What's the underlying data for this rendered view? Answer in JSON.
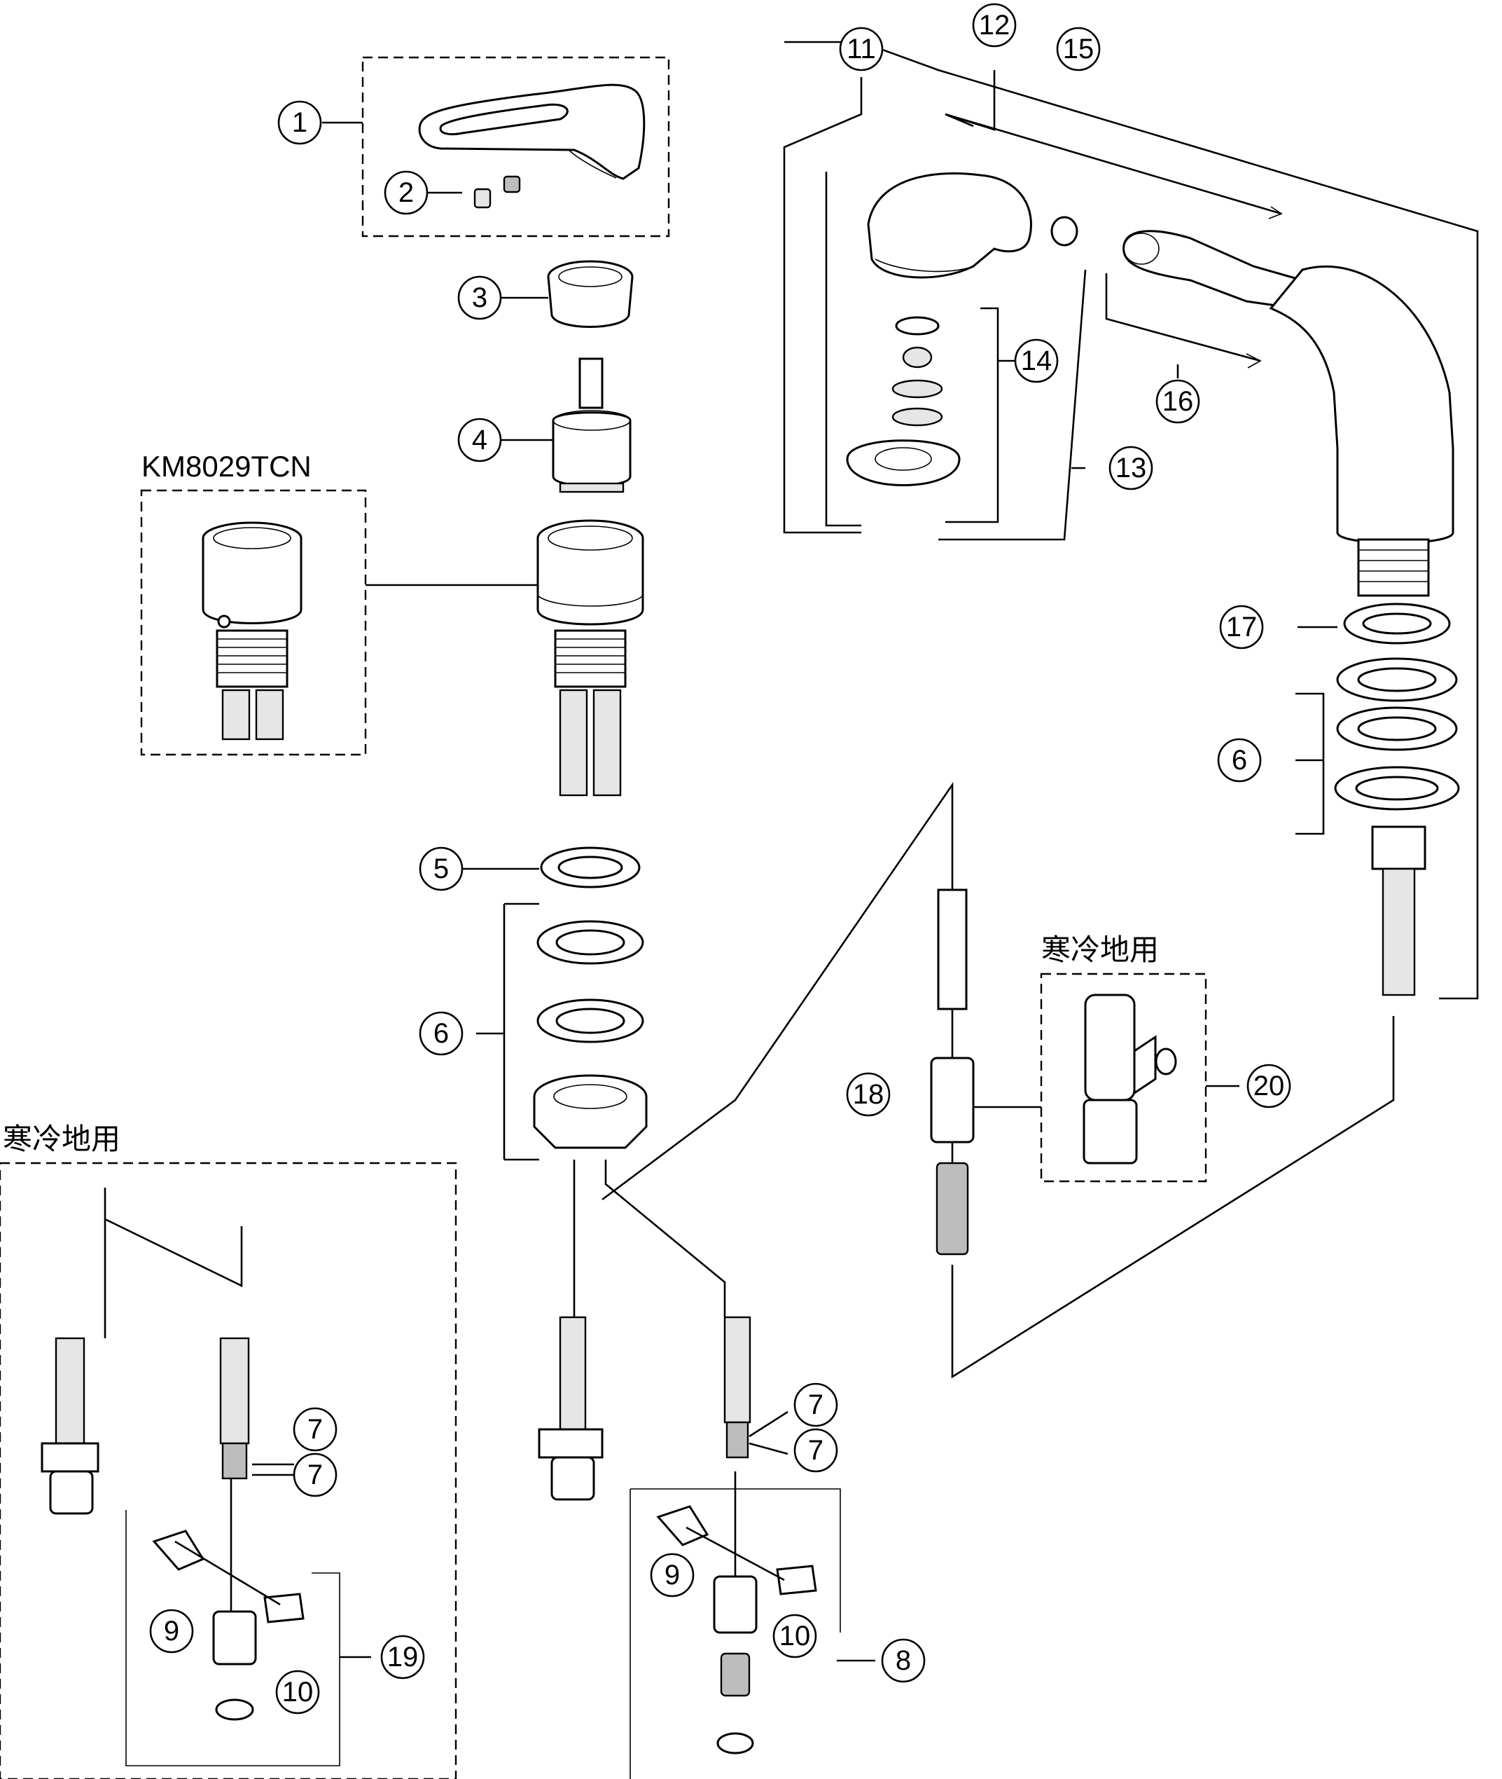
{
  "labels": {
    "model_variant": "KM8029TCN",
    "cold_region_left": "寒冷地用",
    "cold_region_right": "寒冷地用"
  },
  "callouts": [
    {
      "id": "callout-1",
      "text": "1"
    },
    {
      "id": "callout-2",
      "text": "2"
    },
    {
      "id": "callout-3",
      "text": "3"
    },
    {
      "id": "callout-4",
      "text": "4"
    },
    {
      "id": "callout-5",
      "text": "5"
    },
    {
      "id": "callout-6a",
      "text": "6"
    },
    {
      "id": "callout-6b",
      "text": "6"
    },
    {
      "id": "callout-7a",
      "text": "7"
    },
    {
      "id": "callout-7b",
      "text": "7"
    },
    {
      "id": "callout-7c",
      "text": "7"
    },
    {
      "id": "callout-7d",
      "text": "7"
    },
    {
      "id": "callout-8",
      "text": "8"
    },
    {
      "id": "callout-9a",
      "text": "9"
    },
    {
      "id": "callout-9b",
      "text": "9"
    },
    {
      "id": "callout-10a",
      "text": "10"
    },
    {
      "id": "callout-10b",
      "text": "10"
    },
    {
      "id": "callout-11",
      "text": "11"
    },
    {
      "id": "callout-12",
      "text": "12"
    },
    {
      "id": "callout-13",
      "text": "13"
    },
    {
      "id": "callout-14",
      "text": "14"
    },
    {
      "id": "callout-15",
      "text": "15"
    },
    {
      "id": "callout-16",
      "text": "16"
    },
    {
      "id": "callout-17",
      "text": "17"
    },
    {
      "id": "callout-18",
      "text": "18"
    },
    {
      "id": "callout-19",
      "text": "19"
    },
    {
      "id": "callout-20",
      "text": "20"
    }
  ]
}
